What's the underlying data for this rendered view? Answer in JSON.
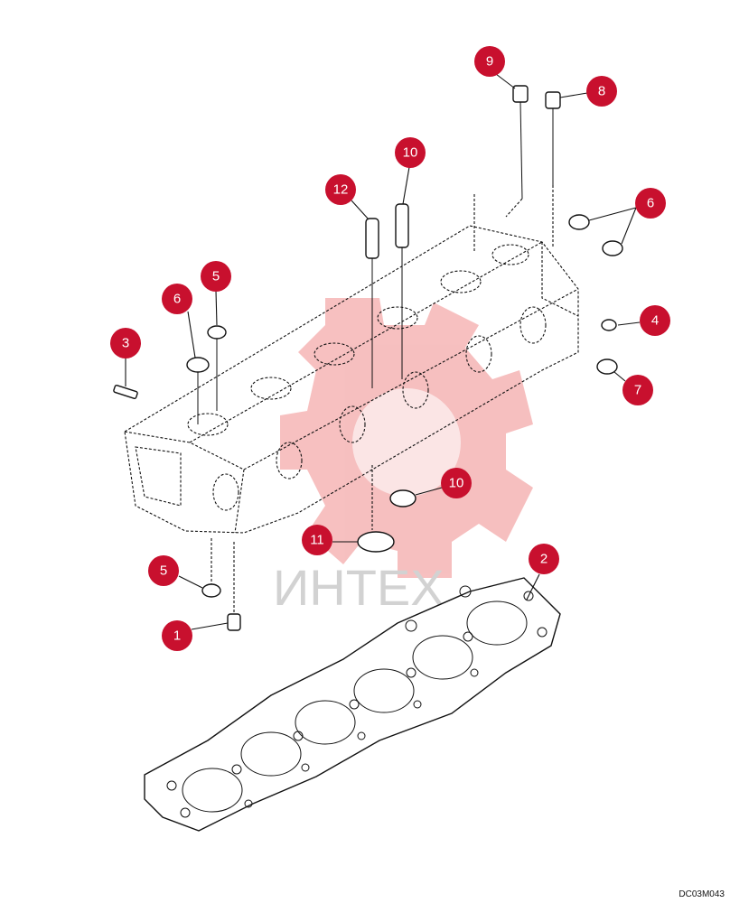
{
  "watermark": {
    "text": "ИНТЕХ",
    "color": "#f6b9b9"
  },
  "drawing_code": "DC03M043",
  "accent_color": "#c8102e",
  "callouts": [
    {
      "id": "c9",
      "label": "9"
    },
    {
      "id": "c8",
      "label": "8"
    },
    {
      "id": "c10a",
      "label": "10"
    },
    {
      "id": "c12",
      "label": "12"
    },
    {
      "id": "c6a",
      "label": "6"
    },
    {
      "id": "c5a",
      "label": "5"
    },
    {
      "id": "c6b",
      "label": "6"
    },
    {
      "id": "c3",
      "label": "3"
    },
    {
      "id": "c4",
      "label": "4"
    },
    {
      "id": "c7",
      "label": "7"
    },
    {
      "id": "c10b",
      "label": "10"
    },
    {
      "id": "c11",
      "label": "11"
    },
    {
      "id": "c2",
      "label": "2"
    },
    {
      "id": "c5b",
      "label": "5"
    },
    {
      "id": "c1",
      "label": "1"
    }
  ]
}
